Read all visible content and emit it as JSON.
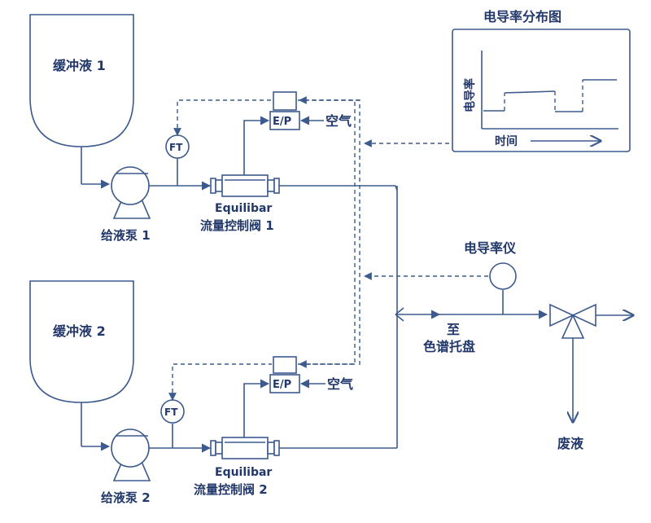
{
  "tank1": {
    "label": "缓冲液 1"
  },
  "tank2": {
    "label": "缓冲液 2"
  },
  "pump1": {
    "label": "给液泵 1"
  },
  "pump2": {
    "label": "给液泵 2"
  },
  "ft1": {
    "label": "FT"
  },
  "ft2": {
    "label": "FT"
  },
  "valve1": {
    "brand": "Equilibar",
    "label": "流量控制阀 1"
  },
  "valve2": {
    "brand": "Equilibar",
    "label": "流量控制阀 2"
  },
  "ep1": {
    "label": "E/P",
    "air": "空气"
  },
  "ep2": {
    "label": "E/P",
    "air": "空气"
  },
  "meter": {
    "label": "电导率仪"
  },
  "outlet": {
    "line1": "至",
    "line2": "色谱托盘"
  },
  "waste": {
    "label": "废液"
  },
  "inset": {
    "title": "电导率分布图",
    "ylabel": "电导率",
    "xlabel": "时间"
  },
  "colors": {
    "line": "#3c5a8e",
    "text": "#22386b"
  }
}
